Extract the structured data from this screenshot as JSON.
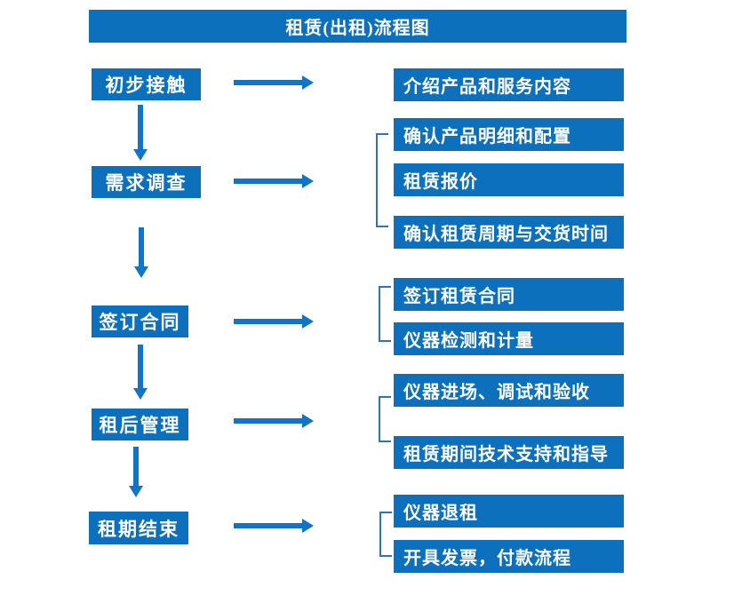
{
  "title": "租赁(出租)流程图",
  "colors": {
    "box_blue": "#0c70bc",
    "arrow_blue": "#1174c6",
    "bracket_blue": "#2e75b6",
    "text_white": "#ffffff"
  },
  "steps": [
    {
      "label": "初步接触",
      "details": [
        "介绍产品和服务内容"
      ]
    },
    {
      "label": "需求调查",
      "details": [
        "确认产品明细和配置",
        "租赁报价",
        "确认租赁周期与交货时间"
      ]
    },
    {
      "label": "签订合同",
      "details": [
        "签订租赁合同",
        "仪器检测和计量"
      ]
    },
    {
      "label": "租后管理",
      "details": [
        "仪器进场、调试和验收",
        "租赁期间技术支持和指导"
      ]
    },
    {
      "label": "租期结束",
      "details": [
        "仪器退租",
        "开具发票，付款流程"
      ]
    }
  ]
}
